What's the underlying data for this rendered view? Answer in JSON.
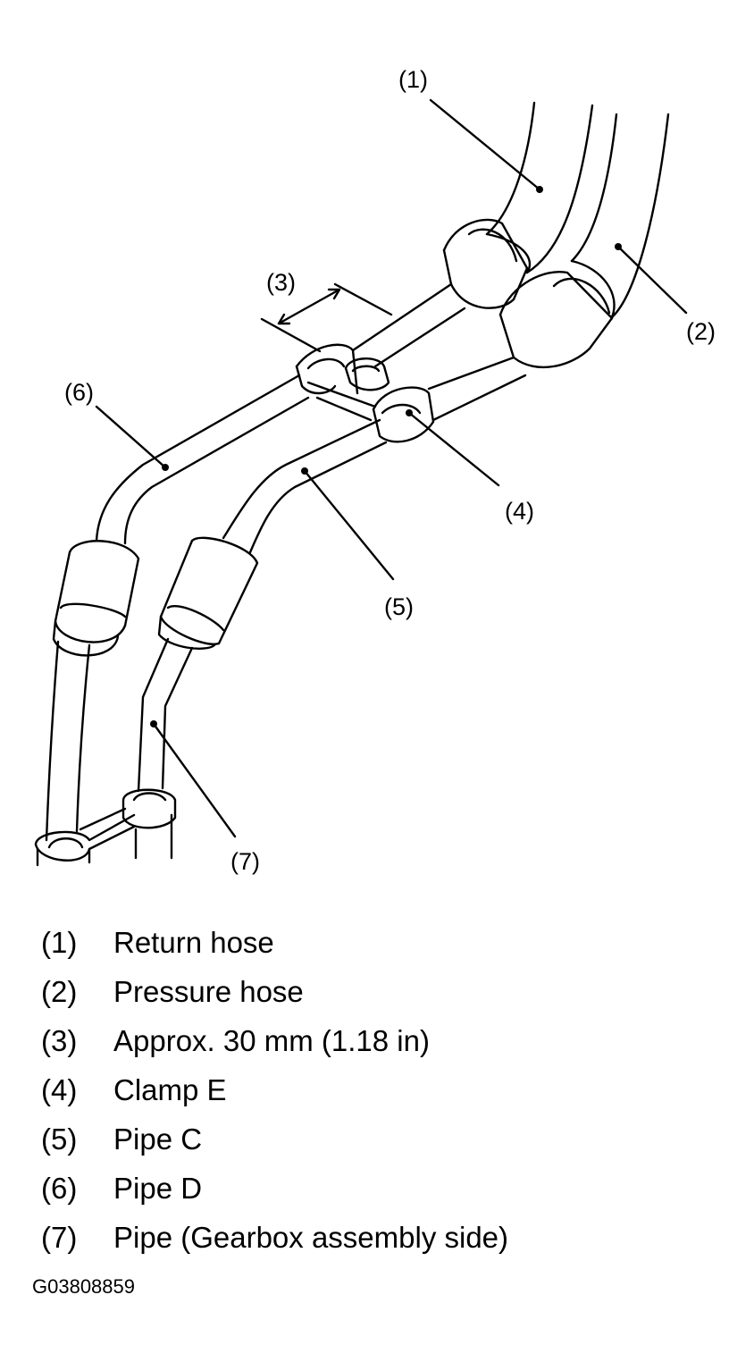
{
  "diagram": {
    "callouts": [
      "(1)",
      "(2)",
      "(3)",
      "(4)",
      "(5)",
      "(6)",
      "(7)"
    ]
  },
  "legend": [
    {
      "num": "(1)",
      "text": "Return hose"
    },
    {
      "num": "(2)",
      "text": "Pressure hose"
    },
    {
      "num": "(3)",
      "text": "Approx. 30 mm (1.18 in)"
    },
    {
      "num": "(4)",
      "text": "Clamp E"
    },
    {
      "num": "(5)",
      "text": "Pipe C"
    },
    {
      "num": "(6)",
      "text": "Pipe D"
    },
    {
      "num": "(7)",
      "text": "Pipe (Gearbox assembly side)"
    }
  ],
  "figure_id": "G03808859"
}
